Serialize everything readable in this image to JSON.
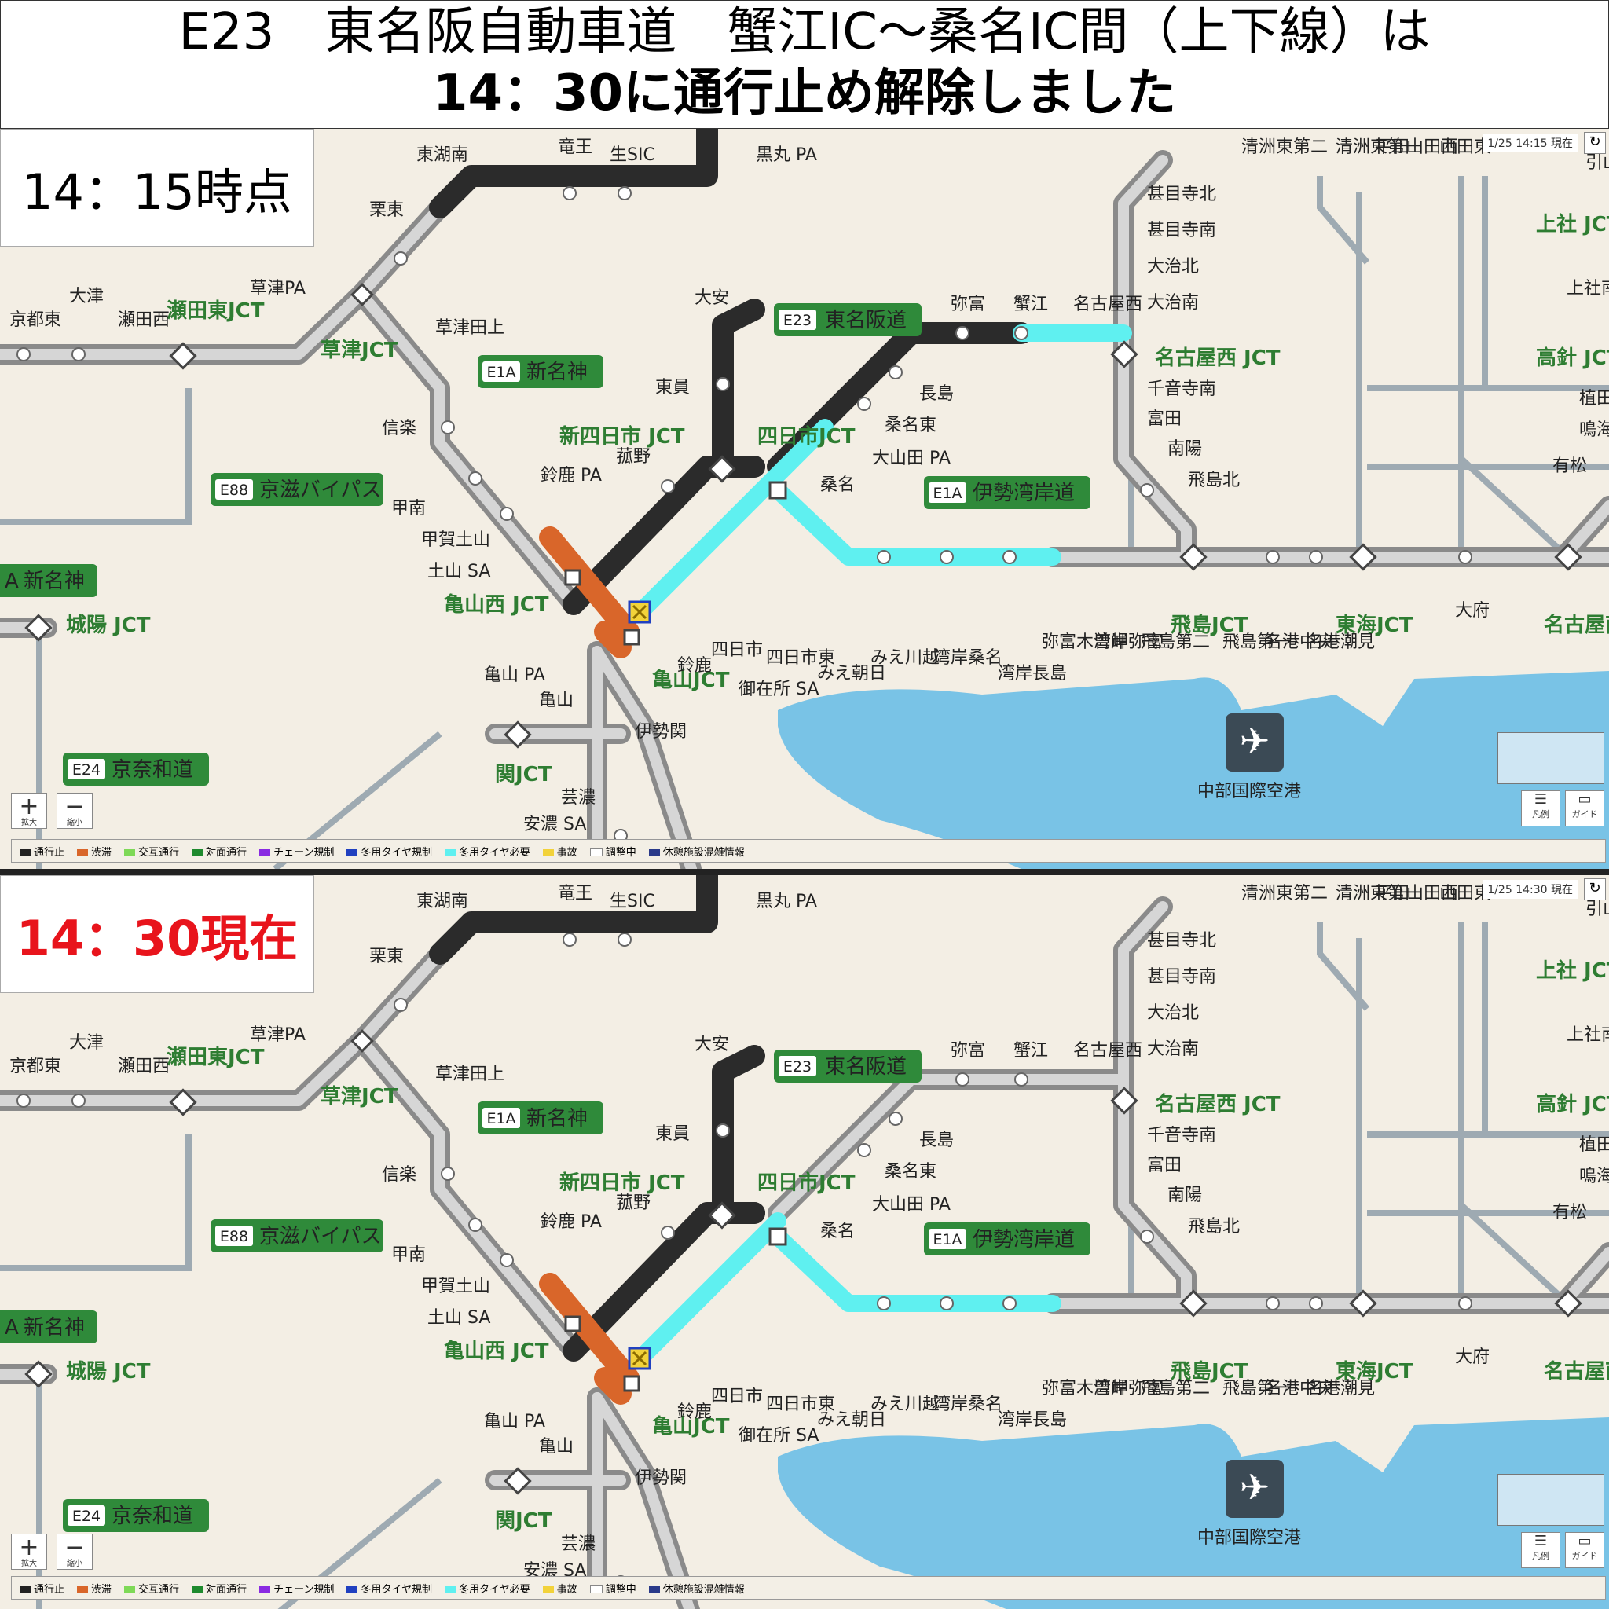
{
  "header": {
    "line1": "E23　東名阪自動車道　蟹江IC〜桑名IC間（上下線）は",
    "line2": "14：30に通行止め解除しました"
  },
  "panels": [
    {
      "time_label": "14：15時点",
      "timestamp": "1/25 14:15 現在"
    },
    {
      "time_label": "14：30現在",
      "timestamp": "1/25 14:30 現在"
    }
  ],
  "map": {
    "route_shields": [
      {
        "code": "E23",
        "name": "東名阪道"
      },
      {
        "code": "E1A",
        "name": "新名神"
      },
      {
        "code": "E88",
        "name": "京滋バイパス"
      },
      {
        "code": "E1A",
        "name": "伊勢湾岸道"
      },
      {
        "code": "E24",
        "name": "京奈和道"
      },
      {
        "code": "A",
        "name": "新名神"
      }
    ],
    "jct_labels": [
      "草津JCT",
      "瀬田東JCT",
      "新四日市 JCT",
      "四日市JCT",
      "亀山西 JCT",
      "亀山JCT",
      "関JCT",
      "城陽 JCT",
      "名古屋西 JCT",
      "高針 JCT",
      "上社 JCT",
      "飛島JCT",
      "東海JCT",
      "名古屋南JCT"
    ],
    "place_labels": [
      "京都東",
      "大津",
      "瀬田西",
      "草津PA",
      "栗東",
      "草津田上",
      "信楽",
      "甲南",
      "甲賀土山",
      "土山 SA",
      "亀山 PA",
      "亀山",
      "伊勢関",
      "芸濃",
      "安濃 SA",
      "鈴鹿 PA",
      "菰野",
      "東員",
      "大安",
      "長島",
      "桑名東",
      "大山田 PA",
      "桑名",
      "四日市東",
      "四日市",
      "鈴鹿",
      "御在所 SA",
      "みえ朝日",
      "みえ川越",
      "湾岸桑名",
      "湾岸長島",
      "弥富木曽岬",
      "湾岸弥富",
      "飛島第二",
      "飛島第一",
      "名港中央",
      "名港潮見",
      "大府",
      "中部国際空港",
      "甚目寺北",
      "甚目寺南",
      "大治北",
      "大治南",
      "千音寺南",
      "富田",
      "南陽",
      "飛島北",
      "有松",
      "植田",
      "鳴海",
      "弥富",
      "蟹江",
      "名古屋西",
      "清洲東第二",
      "清洲東第一",
      "平田",
      "山田西",
      "山田東",
      "黒丸 PA",
      "竜王",
      "生SIC",
      "東湖南",
      "上社南",
      "引山"
    ],
    "controls": {
      "zoom_in": "+",
      "zoom_in_label": "拡大",
      "zoom_out": "−",
      "zoom_out_label": "縮小",
      "legend_btn": "凡例",
      "guide_btn": "ガイド",
      "refresh": "↻"
    }
  },
  "legend": [
    {
      "label": "通行止",
      "color": "#222222"
    },
    {
      "label": "渋滞",
      "color": "#d9662a"
    },
    {
      "label": "交互通行",
      "color": "#7ed957"
    },
    {
      "label": "対面通行",
      "color": "#1e8a2e"
    },
    {
      "label": "チェーン規制",
      "color": "#8a2be2"
    },
    {
      "label": "冬用タイヤ規制",
      "color": "#2040c0"
    },
    {
      "label": "冬用タイヤ必要",
      "color": "#5ff0f0"
    },
    {
      "label": "事故",
      "color": "#f2d23a"
    },
    {
      "label": "調整中",
      "color": "#ffffff"
    },
    {
      "label": "休憩施設混雑情報",
      "color": "#2a3a8a"
    }
  ],
  "colors": {
    "closed": "#2b2b2b",
    "congestion": "#d9662a",
    "winter_tire": "#5ff0f0",
    "normal": "#a9a9a9",
    "land": "#f3eee4",
    "water": "#79c3e6",
    "local_road": "#9eaab2"
  }
}
